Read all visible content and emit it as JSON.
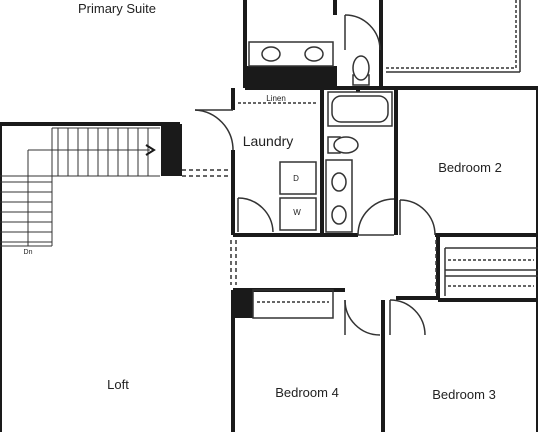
{
  "rooms": {
    "primary_suite": "Primary Suite",
    "laundry": "Laundry",
    "bedroom_2": "Bedroom 2",
    "bedroom_3": "Bedroom 3",
    "bedroom_4": "Bedroom 4",
    "loft": "Loft"
  },
  "fixtures": {
    "linen": "Linen",
    "dryer": "D",
    "washer": "W",
    "stair_down": "Dn"
  },
  "colors": {
    "wall": "#1a1a1a",
    "floor": "#ffffff",
    "fixture_line": "#333333"
  }
}
